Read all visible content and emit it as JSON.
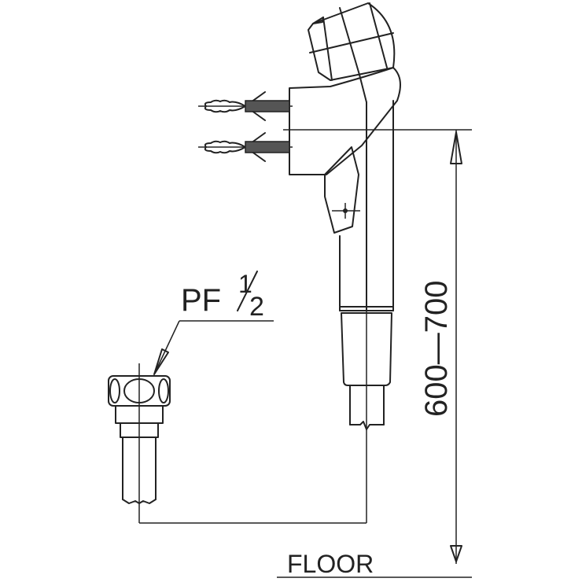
{
  "diagram": {
    "type": "technical line drawing",
    "subject": "wall-mounted fixture (side elevation) with wall anchors and supply connection",
    "colors": {
      "line": "#222222",
      "background": "#ffffff",
      "hatch": "#555555"
    }
  },
  "labels": {
    "thread_spec_main": "PF",
    "thread_spec_num": "1",
    "thread_spec_den": "2",
    "dimension": "600—700",
    "floor": "FLOOR"
  },
  "parts": {
    "head": "fixture-head",
    "body": "wall-bracket-body",
    "anchors": [
      "wall-anchor-upper",
      "wall-anchor-lower"
    ],
    "handle": "lever-handle",
    "pipe": "vertical-pipe",
    "fitting": "supply-fitting",
    "dimension_line": "height-dimension"
  }
}
